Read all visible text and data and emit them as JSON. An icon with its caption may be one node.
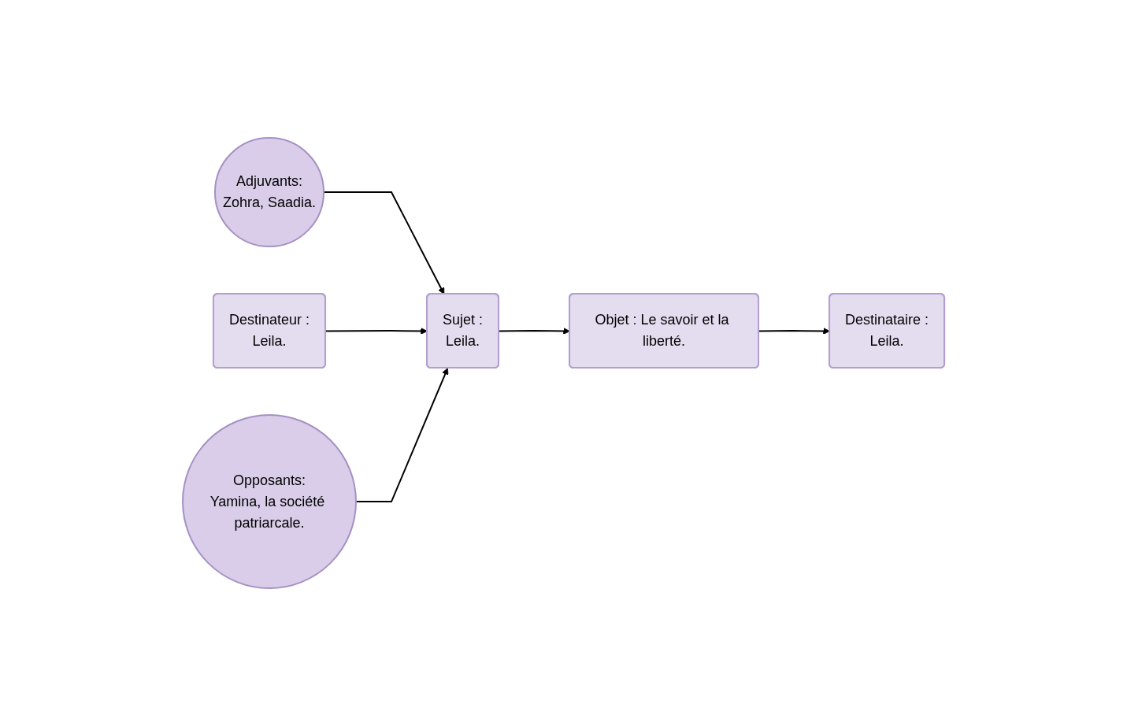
{
  "diagram": {
    "nodes": [
      {
        "text": [
          "Adjuvants:",
          "Zohra, Saadia."
        ]
      },
      {
        "text": [
          "Destinateur :",
          "Leila."
        ]
      },
      {
        "text": [
          "Sujet :",
          "Leila."
        ]
      },
      {
        "text": [
          "Objet : Le savoir et la liberté."
        ]
      },
      {
        "text": [
          "Destinataire :",
          "Leila."
        ]
      },
      {
        "text": [
          "Opposants:",
          "Yamina, la société patriarcale."
        ]
      }
    ],
    "edges": [
      {
        "from": 0,
        "to": 2,
        "arrow": "to"
      },
      {
        "from": 1,
        "to": 2,
        "arrow": "to"
      },
      {
        "from": 2,
        "to": 3,
        "arrow": "to"
      },
      {
        "from": 3,
        "to": 4,
        "arrow": "to"
      },
      {
        "from": 5,
        "to": 2,
        "arrow": "to"
      }
    ]
  }
}
